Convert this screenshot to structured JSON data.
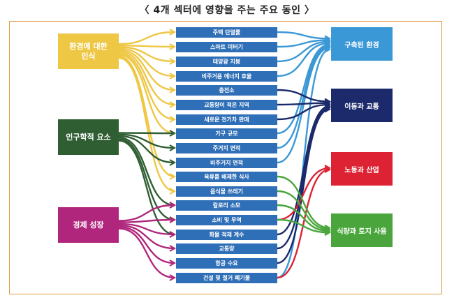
{
  "title": "〈 4개 섹터에 영향을 주는 주요 동인 〉",
  "drivers": [
    {
      "label": "환경에 대한\n인식",
      "color": "#eec744"
    },
    {
      "label": "인구학적 요소",
      "color": "#2f5e33"
    },
    {
      "label": "경제 성장",
      "color": "#b0267c"
    }
  ],
  "factors": [
    "주택 단열률",
    "스마트 미터기",
    "태양광 지붕",
    "비주거용 에너지 효율",
    "충전소",
    "교통량이 적은 지역",
    "새로운 전기차 판매",
    "가구 규모",
    "주거지 면적",
    "비주거지 면적",
    "육류를 배제한 식사",
    "음식물 쓰레기",
    "칼로리 소모",
    "소비 및 무역",
    "화물 적재 계수",
    "교통량",
    "항공 수요",
    "건설 및 철거 폐기물"
  ],
  "sectors": [
    {
      "label": "구축된 환경",
      "color": "#3b98d6"
    },
    {
      "label": "이동과 교통",
      "color": "#1c2a6b"
    },
    {
      "label": "노동과 산업",
      "color": "#dd2233"
    },
    {
      "label": "식량과 토지 사용",
      "color": "#4aa63c"
    }
  ]
}
